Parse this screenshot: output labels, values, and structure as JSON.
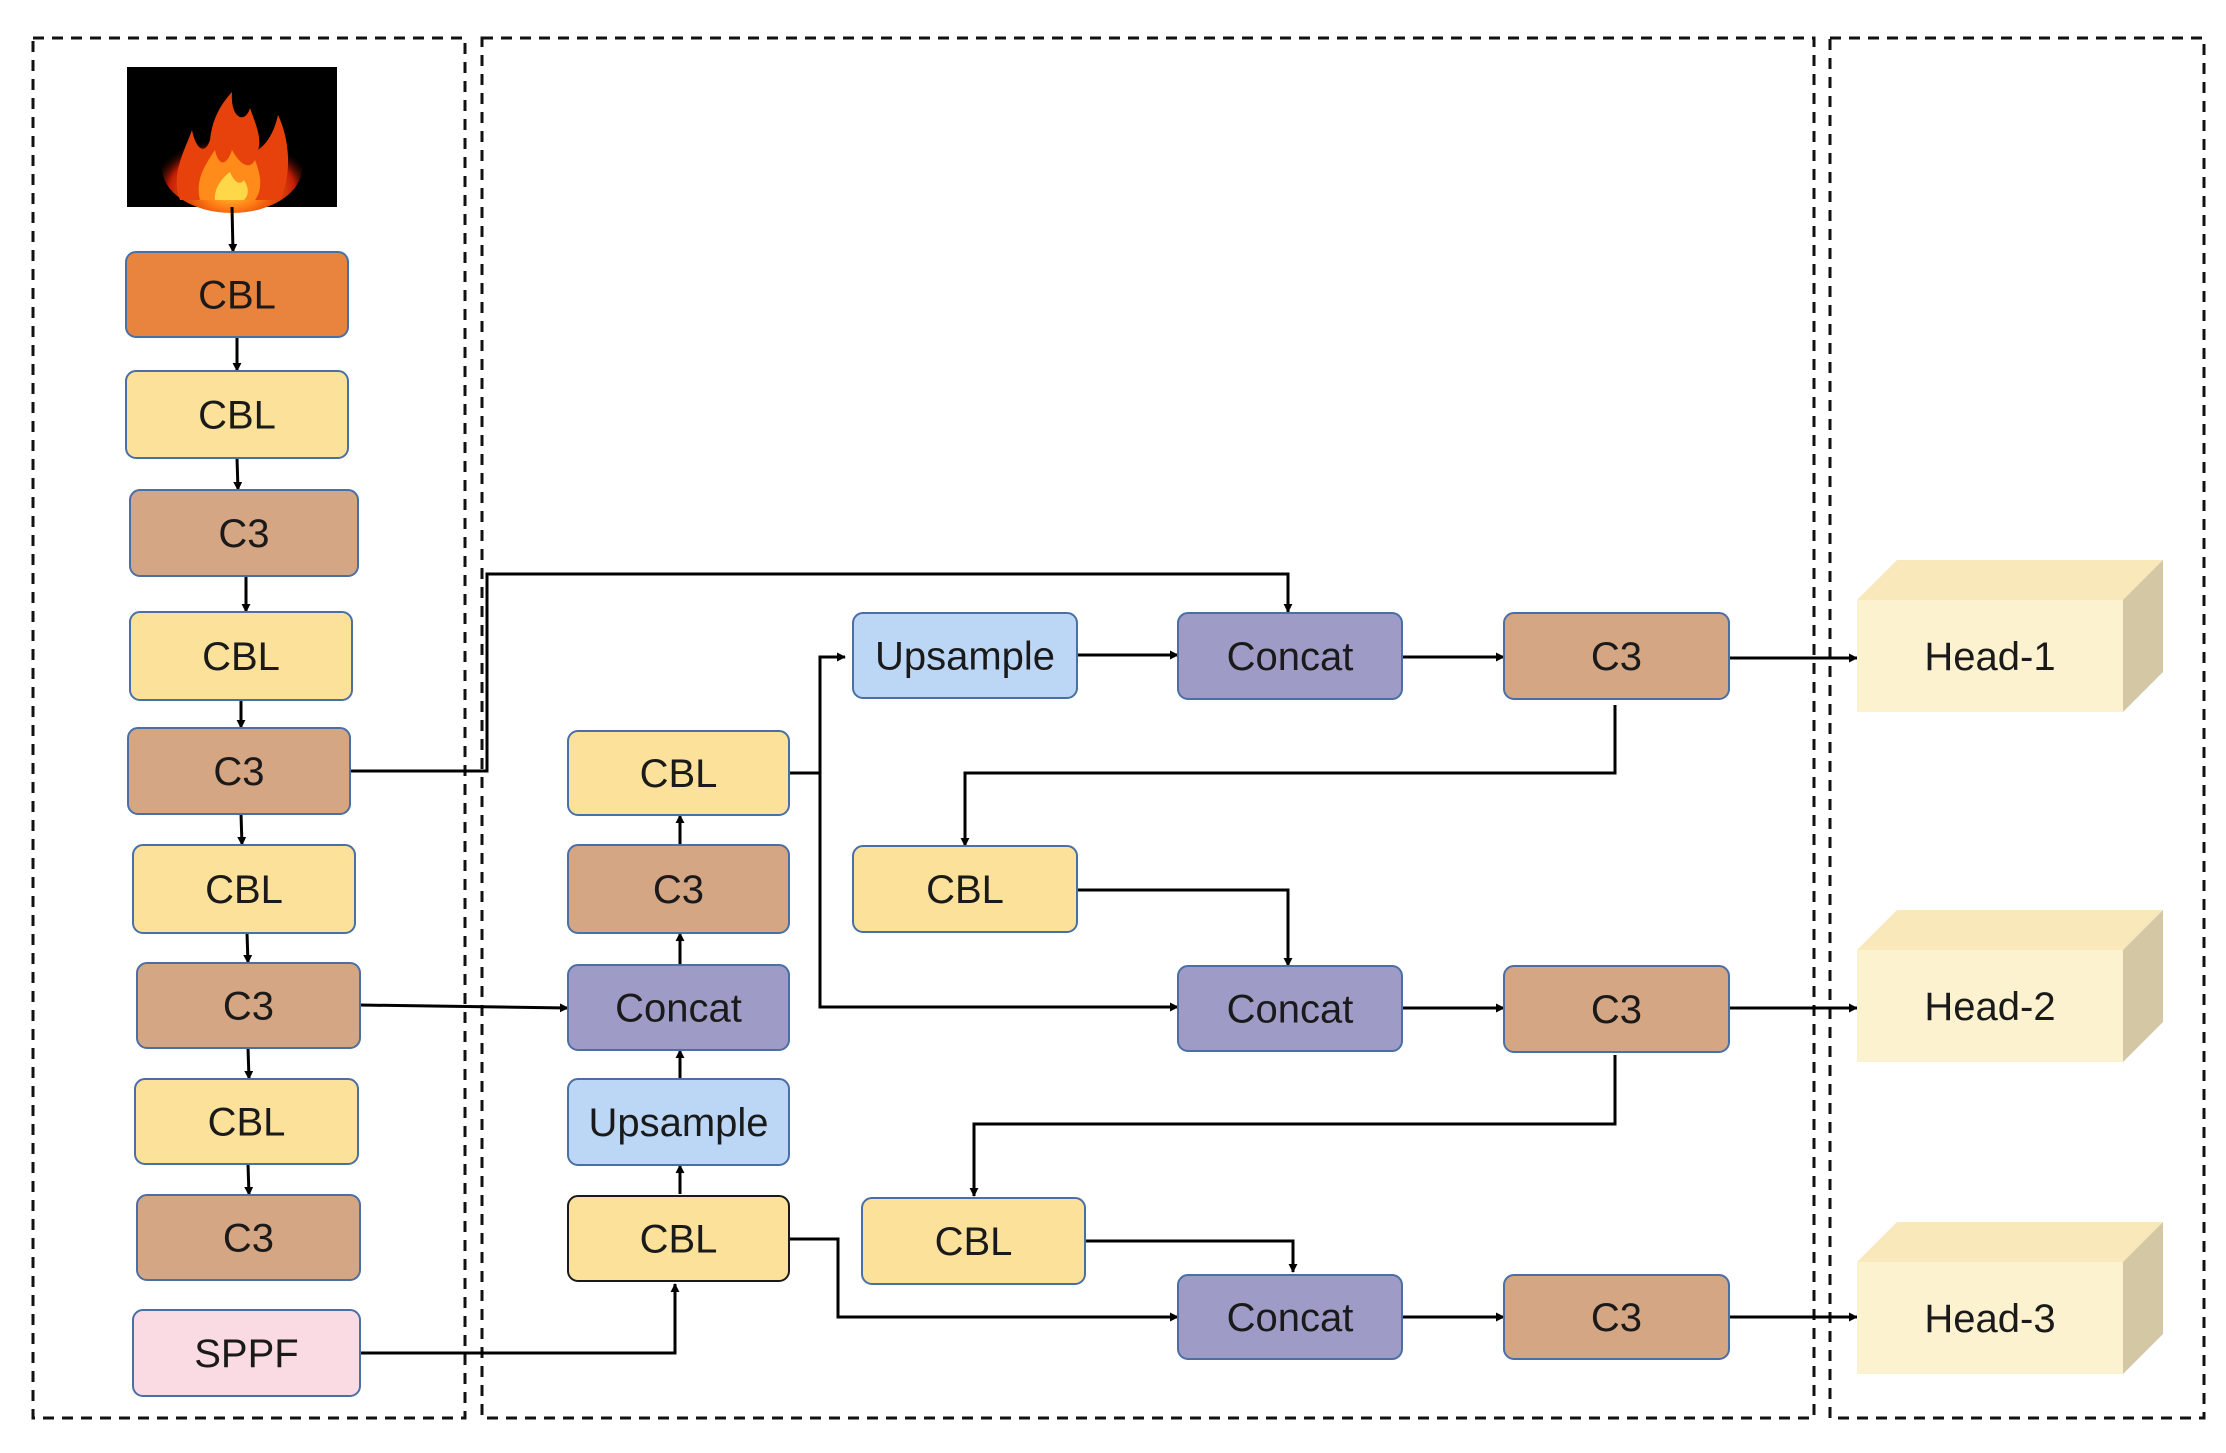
{
  "colors": {
    "cbl_orange": "#e9843f",
    "cbl": "#fbe19a",
    "c3": "#d4a683",
    "concat": "#9e9bc6",
    "upsample": "#bcd6f6",
    "sppf": "#fadbe3",
    "head_front": "#fdf2cf",
    "head_top": "#f8e8ba",
    "head_side": "#d3c8a3",
    "border": "#4a6fa5"
  },
  "icons": {
    "input": "fire-image-icon"
  },
  "backbone": {
    "n1": "CBL",
    "n2": "CBL",
    "n3": "C3",
    "n4": "CBL",
    "n5": "C3",
    "n6": "CBL",
    "n7": "C3",
    "n8": "CBL",
    "n9": "C3",
    "n10": "SPPF"
  },
  "neck": {
    "p1": "CBL",
    "p2": "Upsample",
    "p3": "Concat",
    "p4": "C3",
    "p5": "CBL",
    "q1": "Upsample",
    "q2": "Concat",
    "q3": "C3",
    "r1": "CBL",
    "r2": "Concat",
    "r3": "C3",
    "s1": "CBL",
    "s2": "Concat",
    "s3": "C3"
  },
  "heads": {
    "h1": "Head-1",
    "h2": "Head-2",
    "h3": "Head-3"
  }
}
